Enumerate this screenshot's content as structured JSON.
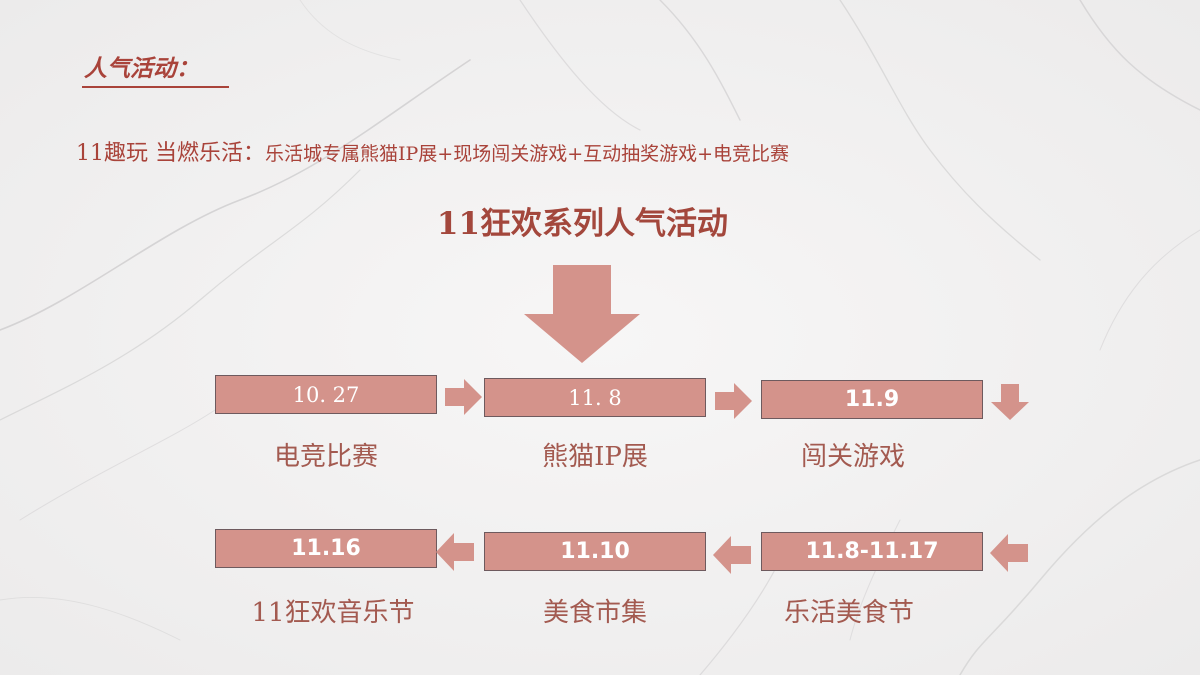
{
  "section_title": "人气活动：",
  "intro": {
    "lead": "11趣玩  当燃乐活：",
    "details": "乐活城专属熊猫IP展+现场闯关游戏+互动抽奖游戏+电竞比赛"
  },
  "main_title": "11狂欢系列人气活动",
  "colors": {
    "accent_text": "#a9433a",
    "box_fill": "#d4938b",
    "box_border": "#6e5a5e",
    "arrow_fill": "#d4938b"
  },
  "flow": {
    "row1": [
      {
        "date": "10. 27",
        "label": "电竞比赛"
      },
      {
        "date": "11. 8",
        "label": "熊猫IP展"
      },
      {
        "date": "11.9",
        "label": "闯关游戏"
      }
    ],
    "row2": [
      {
        "date": "11.16",
        "label": "11狂欢音乐节"
      },
      {
        "date": "11.10",
        "label": "美食市集"
      },
      {
        "date": "11.8-11.17",
        "label": "乐活美食节"
      }
    ]
  }
}
